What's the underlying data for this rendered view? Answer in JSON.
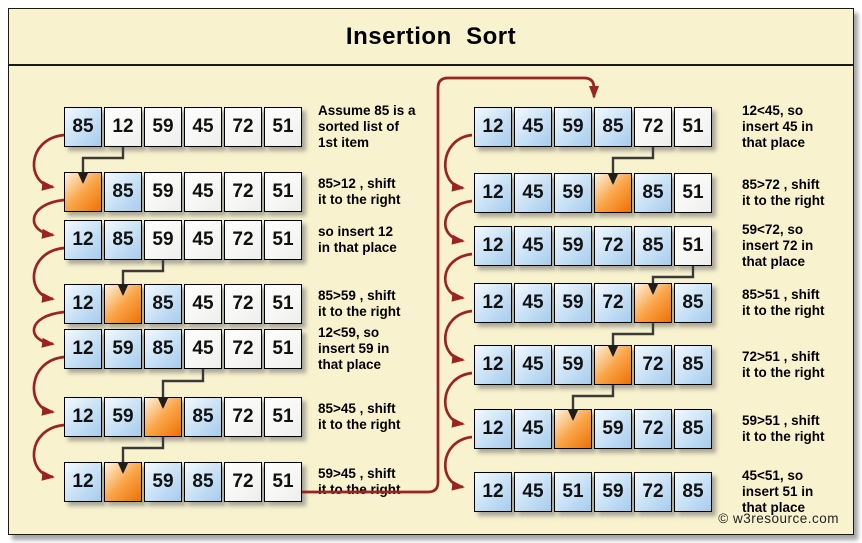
{
  "title": "Insertion  Sort",
  "watermark": "© w3resource.com",
  "colors": {
    "panel_bg": "#f8f2cf",
    "arrow_red": "#9b2420",
    "elbow_dark": "#3a3a3a",
    "cell_blue": "#a6cbee",
    "cell_orange": "#ee7005"
  },
  "chart_data": {
    "type": "table",
    "title": "Insertion Sort",
    "initial_list": [
      85,
      12,
      59,
      45,
      72,
      51
    ],
    "final_list": [
      12,
      45,
      51,
      59,
      72,
      85
    ]
  },
  "columns": {
    "left": {
      "rows": [
        {
          "cells": [
            {
              "v": "85",
              "s": "sorted"
            },
            {
              "v": "12",
              "s": "unsorted"
            },
            {
              "v": "59",
              "s": "unsorted"
            },
            {
              "v": "45",
              "s": "unsorted"
            },
            {
              "v": "72",
              "s": "unsorted"
            },
            {
              "v": "51",
              "s": "unsorted"
            }
          ],
          "note": "Assume 85 is a\nsorted list of\n1st item"
        },
        {
          "cells": [
            {
              "v": "",
              "s": "gap"
            },
            {
              "v": "85",
              "s": "sorted"
            },
            {
              "v": "59",
              "s": "unsorted"
            },
            {
              "v": "45",
              "s": "unsorted"
            },
            {
              "v": "72",
              "s": "unsorted"
            },
            {
              "v": "51",
              "s": "unsorted"
            }
          ],
          "note": "85>12 , shift\nit to the right"
        },
        {
          "cells": [
            {
              "v": "12",
              "s": "sorted"
            },
            {
              "v": "85",
              "s": "sorted"
            },
            {
              "v": "59",
              "s": "unsorted"
            },
            {
              "v": "45",
              "s": "unsorted"
            },
            {
              "v": "72",
              "s": "unsorted"
            },
            {
              "v": "51",
              "s": "unsorted"
            }
          ],
          "note": "so insert 12\nin that place"
        },
        {
          "cells": [
            {
              "v": "12",
              "s": "sorted"
            },
            {
              "v": "",
              "s": "gap"
            },
            {
              "v": "85",
              "s": "sorted"
            },
            {
              "v": "45",
              "s": "unsorted"
            },
            {
              "v": "72",
              "s": "unsorted"
            },
            {
              "v": "51",
              "s": "unsorted"
            }
          ],
          "note": "85>59 , shift\nit to the right"
        },
        {
          "cells": [
            {
              "v": "12",
              "s": "sorted"
            },
            {
              "v": "59",
              "s": "sorted"
            },
            {
              "v": "85",
              "s": "sorted"
            },
            {
              "v": "45",
              "s": "unsorted"
            },
            {
              "v": "72",
              "s": "unsorted"
            },
            {
              "v": "51",
              "s": "unsorted"
            }
          ],
          "note": "12<59, so\ninsert 59 in\nthat place"
        },
        {
          "cells": [
            {
              "v": "12",
              "s": "sorted"
            },
            {
              "v": "59",
              "s": "sorted"
            },
            {
              "v": "",
              "s": "gap"
            },
            {
              "v": "85",
              "s": "sorted"
            },
            {
              "v": "72",
              "s": "unsorted"
            },
            {
              "v": "51",
              "s": "unsorted"
            }
          ],
          "note": "85>45 , shift\nit to the right"
        },
        {
          "cells": [
            {
              "v": "12",
              "s": "sorted"
            },
            {
              "v": "",
              "s": "gap"
            },
            {
              "v": "59",
              "s": "sorted"
            },
            {
              "v": "85",
              "s": "sorted"
            },
            {
              "v": "72",
              "s": "unsorted"
            },
            {
              "v": "51",
              "s": "unsorted"
            }
          ],
          "note": "59>45 , shift\nit to the right"
        }
      ]
    },
    "right": {
      "rows": [
        {
          "cells": [
            {
              "v": "12",
              "s": "sorted"
            },
            {
              "v": "45",
              "s": "sorted"
            },
            {
              "v": "59",
              "s": "sorted"
            },
            {
              "v": "85",
              "s": "sorted"
            },
            {
              "v": "72",
              "s": "unsorted"
            },
            {
              "v": "51",
              "s": "unsorted"
            }
          ],
          "note": "12<45, so\ninsert 45 in\nthat place"
        },
        {
          "cells": [
            {
              "v": "12",
              "s": "sorted"
            },
            {
              "v": "45",
              "s": "sorted"
            },
            {
              "v": "59",
              "s": "sorted"
            },
            {
              "v": "",
              "s": "gap"
            },
            {
              "v": "85",
              "s": "sorted"
            },
            {
              "v": "51",
              "s": "unsorted"
            }
          ],
          "note": "85>72 , shift\nit to the right"
        },
        {
          "cells": [
            {
              "v": "12",
              "s": "sorted"
            },
            {
              "v": "45",
              "s": "sorted"
            },
            {
              "v": "59",
              "s": "sorted"
            },
            {
              "v": "72",
              "s": "sorted"
            },
            {
              "v": "85",
              "s": "sorted"
            },
            {
              "v": "51",
              "s": "unsorted"
            }
          ],
          "note": "59<72, so\ninsert 72 in\nthat place"
        },
        {
          "cells": [
            {
              "v": "12",
              "s": "sorted"
            },
            {
              "v": "45",
              "s": "sorted"
            },
            {
              "v": "59",
              "s": "sorted"
            },
            {
              "v": "72",
              "s": "sorted"
            },
            {
              "v": "",
              "s": "gap"
            },
            {
              "v": "85",
              "s": "sorted"
            }
          ],
          "note": "85>51 , shift\nit to the right"
        },
        {
          "cells": [
            {
              "v": "12",
              "s": "sorted"
            },
            {
              "v": "45",
              "s": "sorted"
            },
            {
              "v": "59",
              "s": "sorted"
            },
            {
              "v": "",
              "s": "gap"
            },
            {
              "v": "72",
              "s": "sorted"
            },
            {
              "v": "85",
              "s": "sorted"
            }
          ],
          "note": "72>51 , shift\nit to the right"
        },
        {
          "cells": [
            {
              "v": "12",
              "s": "sorted"
            },
            {
              "v": "45",
              "s": "sorted"
            },
            {
              "v": "",
              "s": "gap"
            },
            {
              "v": "59",
              "s": "sorted"
            },
            {
              "v": "72",
              "s": "sorted"
            },
            {
              "v": "85",
              "s": "sorted"
            }
          ],
          "note": "59>51 , shift\nit to the right"
        },
        {
          "cells": [
            {
              "v": "12",
              "s": "sorted"
            },
            {
              "v": "45",
              "s": "sorted"
            },
            {
              "v": "51",
              "s": "sorted"
            },
            {
              "v": "59",
              "s": "sorted"
            },
            {
              "v": "72",
              "s": "sorted"
            },
            {
              "v": "85",
              "s": "sorted"
            }
          ],
          "note": "45<51, so\ninsert 51 in\nthat place"
        }
      ]
    }
  }
}
